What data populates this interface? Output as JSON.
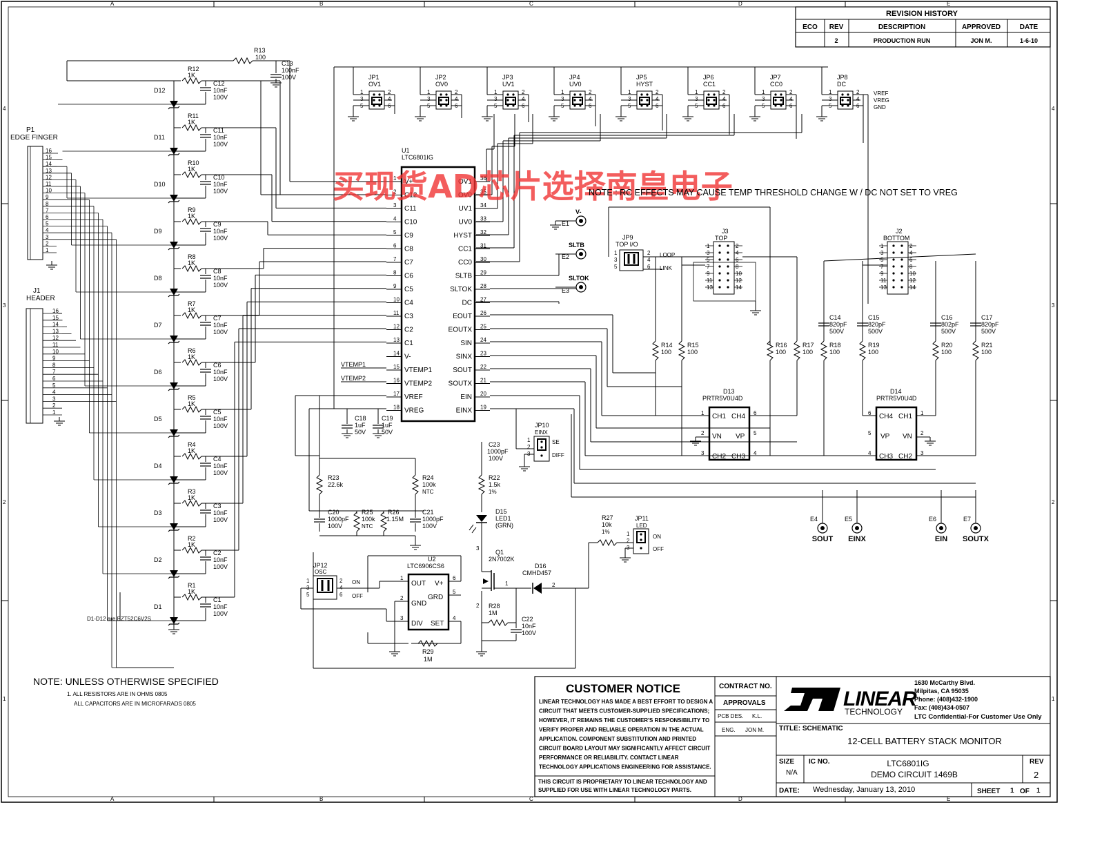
{
  "revision_history": {
    "title": "REVISION HISTORY",
    "headers": [
      "ECO",
      "REV",
      "DESCRIPTION",
      "APPROVED",
      "DATE"
    ],
    "row": [
      "",
      "2",
      "PRODUCTION RUN",
      "JON M.",
      "1-6-10"
    ]
  },
  "border": {
    "cols": [
      "A",
      "B",
      "C",
      "D",
      "E"
    ],
    "rows": [
      "4",
      "3",
      "2",
      "1"
    ]
  },
  "watermark": "买现货AD芯片选择南皇电子",
  "notes": {
    "rc_note": "NOTE : RC EFFECTS MAY CAUSE TEMP THRESHOLD CHANGE W / DC NOT SET TO VREG",
    "zener_note": "D1-D12 are BZT52C6V2S",
    "general_title": "NOTE: UNLESS OTHERWISE SPECIFIED",
    "general_1": "1. ALL RESISTORS ARE IN OHMS 0805",
    "general_2": "ALL CAPACITORS ARE IN MICROFARADS 0805"
  },
  "connectors": {
    "p1": {
      "ref": "P1",
      "name": "EDGE FINGER"
    },
    "j1": {
      "ref": "J1",
      "name": "HEADER"
    },
    "pins": [
      "16",
      "15",
      "14",
      "13",
      "12",
      "11",
      "10",
      "9",
      "8",
      "7",
      "6",
      "5",
      "4",
      "3",
      "2",
      "1"
    ]
  },
  "r13": {
    "ref": "R13",
    "value": "100"
  },
  "c13": {
    "ref": "C13",
    "value": "100nF",
    "voltage": "100V"
  },
  "cell_filters": {
    "resistor_value": "1K",
    "cap_value": "10nF",
    "cap_voltage": "100V",
    "resistors": [
      "R12",
      "R11",
      "R10",
      "R9",
      "R8",
      "R7",
      "R6",
      "R5",
      "R4",
      "R3",
      "R2",
      "R1"
    ],
    "caps": [
      "C12",
      "C11",
      "C10",
      "C9",
      "C8",
      "C7",
      "C6",
      "C5",
      "C4",
      "C3",
      "C2",
      "C1"
    ],
    "diodes": [
      "D12",
      "D11",
      "D10",
      "D9",
      "D8",
      "D7",
      "D6",
      "D5",
      "D4",
      "D3",
      "D2",
      "D1"
    ]
  },
  "jumpers_top": [
    {
      "ref": "JP1",
      "name": "OV1"
    },
    {
      "ref": "JP2",
      "name": "OV0"
    },
    {
      "ref": "JP3",
      "name": "UV1"
    },
    {
      "ref": "JP4",
      "name": "UV0"
    },
    {
      "ref": "JP5",
      "name": "HYST"
    },
    {
      "ref": "JP6",
      "name": "CC1"
    },
    {
      "ref": "JP7",
      "name": "CC0"
    },
    {
      "ref": "JP8",
      "name": "DC"
    }
  ],
  "jumper_pins": [
    "1",
    "2",
    "3",
    "4",
    "5",
    "6"
  ],
  "jp8_labels": [
    "VREF",
    "VREG",
    "GND"
  ],
  "u1": {
    "ref": "U1",
    "part": "LTC6801IG",
    "left_pins": [
      {
        "n": "1",
        "name": "V+"
      },
      {
        "n": "2",
        "name": "C12"
      },
      {
        "n": "3",
        "name": "C11"
      },
      {
        "n": "4",
        "name": "C10"
      },
      {
        "n": "5",
        "name": "C9"
      },
      {
        "n": "6",
        "name": "C8"
      },
      {
        "n": "7",
        "name": "C7"
      },
      {
        "n": "8",
        "name": "C6"
      },
      {
        "n": "9",
        "name": "C5"
      },
      {
        "n": "10",
        "name": "C4"
      },
      {
        "n": "11",
        "name": "C3"
      },
      {
        "n": "12",
        "name": "C2"
      },
      {
        "n": "13",
        "name": "C1"
      },
      {
        "n": "14",
        "name": "V-"
      },
      {
        "n": "15",
        "name": "VTEMP1"
      },
      {
        "n": "16",
        "name": "VTEMP2"
      },
      {
        "n": "17",
        "name": "VREF"
      },
      {
        "n": "18",
        "name": "VREG"
      }
    ],
    "right_pins": [
      {
        "n": "36",
        "name": "OV1"
      },
      {
        "n": "35",
        "name": "OV0"
      },
      {
        "n": "34",
        "name": "UV1"
      },
      {
        "n": "33",
        "name": "UV0"
      },
      {
        "n": "32",
        "name": "HYST"
      },
      {
        "n": "31",
        "name": "CC1"
      },
      {
        "n": "30",
        "name": "CC0"
      },
      {
        "n": "29",
        "name": "SLTB"
      },
      {
        "n": "28",
        "name": "SLTOK"
      },
      {
        "n": "27",
        "name": "DC"
      },
      {
        "n": "26",
        "name": "EOUT"
      },
      {
        "n": "25",
        "name": "EOUTX"
      },
      {
        "n": "24",
        "name": "SIN"
      },
      {
        "n": "23",
        "name": "SINX"
      },
      {
        "n": "22",
        "name": "SOUT"
      },
      {
        "n": "21",
        "name": "SOUTX"
      },
      {
        "n": "20",
        "name": "EIN"
      },
      {
        "n": "19",
        "name": "EINX"
      }
    ],
    "net_vtemp1": "VTEMP1",
    "net_vtemp2": "VTEMP2"
  },
  "c18": {
    "ref": "C18",
    "value": "1uF",
    "voltage": "50V"
  },
  "c19": {
    "ref": "C19",
    "value": "1uF",
    "voltage": "50V"
  },
  "test_points": [
    {
      "ref": "E1",
      "label": "V-"
    },
    {
      "ref": "E2",
      "label": "SLTB"
    },
    {
      "ref": "E3",
      "label": "SLTOK"
    }
  ],
  "jp9": {
    "ref": "JP9",
    "name": "TOP I/O",
    "loop": "LOOP",
    "link": "LINK"
  },
  "j3": {
    "ref": "J3",
    "name": "TOP"
  },
  "j2": {
    "ref": "J2",
    "name": "BOTTOM"
  },
  "header_pins_left": [
    "1",
    "3",
    "5",
    "7",
    "9",
    "11",
    "13"
  ],
  "header_pins_right": [
    "2",
    "4",
    "6",
    "8",
    "10",
    "12",
    "14"
  ],
  "caps_hv": [
    {
      "ref": "C14",
      "value": "820pF",
      "voltage": "500V"
    },
    {
      "ref": "C15",
      "value": "820pF",
      "voltage": "500V"
    },
    {
      "ref": "C16",
      "value": "802pF",
      "voltage": "500V"
    },
    {
      "ref": "C17",
      "value": "820pF",
      "voltage": "500V"
    }
  ],
  "res_100": [
    {
      "ref": "R14",
      "value": "100"
    },
    {
      "ref": "R15",
      "value": "100"
    },
    {
      "ref": "R16",
      "value": "100"
    },
    {
      "ref": "R17",
      "value": "100"
    },
    {
      "ref": "R18",
      "value": "100"
    },
    {
      "ref": "R19",
      "value": "100"
    },
    {
      "ref": "R20",
      "value": "100"
    },
    {
      "ref": "R21",
      "value": "100"
    }
  ],
  "d13": {
    "ref": "D13",
    "part": "PRTR5V0U4D",
    "pins": [
      "CH1",
      "CH4",
      "VN",
      "VP",
      "CH2",
      "CH3"
    ],
    "nums": [
      "1",
      "6",
      "2",
      "5",
      "3",
      "4"
    ]
  },
  "d14": {
    "ref": "D14",
    "part": "PRTR5V0U4D",
    "pins": [
      "CH4",
      "CH1",
      "VP",
      "VN",
      "CH3",
      "CH2"
    ],
    "nums": [
      "6",
      "1",
      "5",
      "2",
      "4",
      "3"
    ]
  },
  "bottom_tps": [
    {
      "ref": "E4",
      "label": "SOUT"
    },
    {
      "ref": "E5",
      "label": "EINX"
    },
    {
      "ref": "E6",
      "label": "EIN"
    },
    {
      "ref": "E7",
      "label": "SOUTX"
    }
  ],
  "jp10": {
    "ref": "JP10",
    "name": "EINX",
    "se": "SE",
    "diff": "DIFF"
  },
  "c23": {
    "ref": "C23",
    "value": "1000pF",
    "voltage": "100V"
  },
  "r22": {
    "ref": "R22",
    "value": "1.5k",
    "tol": "1%"
  },
  "r23": {
    "ref": "R23",
    "value": "22.6k"
  },
  "r24": {
    "ref": "R24",
    "value": "100k",
    "type": "NTC"
  },
  "r25": {
    "ref": "R25",
    "value": "100k",
    "type": "NTC"
  },
  "r26": {
    "ref": "R26",
    "value": "1.15M"
  },
  "c20": {
    "ref": "C20",
    "value": "1000pF",
    "voltage": "100V"
  },
  "c21": {
    "ref": "C21",
    "value": "1000pF",
    "voltage": "100V"
  },
  "d15": {
    "ref": "D15",
    "name": "LED1",
    "color": "(GRN)"
  },
  "q1": {
    "ref": "Q1",
    "part": "2N7002K"
  },
  "d16": {
    "ref": "D16",
    "part": "CMHD457"
  },
  "r27": {
    "ref": "R27",
    "value": "10k",
    "tol": "1%"
  },
  "jp11": {
    "ref": "JP11",
    "name": "LED",
    "on": "ON",
    "off": "OFF"
  },
  "r28": {
    "ref": "R28",
    "value": "1M"
  },
  "c22": {
    "ref": "C22",
    "value": "10nF",
    "voltage": "100V"
  },
  "u2": {
    "ref": "U2",
    "part": "LTC6906CS6",
    "pins": [
      "OUT",
      "V+",
      "GRD",
      "GND",
      "DIV",
      "SET"
    ]
  },
  "r29": {
    "ref": "R29",
    "value": "1M"
  },
  "jp12": {
    "ref": "JP12",
    "name": "OSC",
    "on": "ON",
    "off": "OFF"
  },
  "customer_notice": {
    "title": "CUSTOMER NOTICE",
    "lines": [
      "LINEAR TECHNOLOGY HAS MADE A BEST EFFORT TO DESIGN A",
      "CIRCUIT THAT MEETS CUSTOMER-SUPPLIED SPECIFICATIONS;",
      "HOWEVER, IT REMAINS THE CUSTOMER'S RESPONSIBILITY TO",
      "VERIFY PROPER AND RELIABLE OPERATION IN THE ACTUAL",
      "APPLICATION. COMPONENT SUBSTITUTION AND PRINTED",
      "CIRCUIT BOARD LAYOUT MAY SIGNIFICANTLY AFFECT CIRCUIT",
      "PERFORMANCE OR RELIABILITY. CONTACT LINEAR",
      "TECHNOLOGY APPLICATIONS ENGINEERING FOR ASSISTANCE."
    ],
    "proprietary_1": "THIS CIRCUIT IS PROPRIETARY TO LINEAR TECHNOLOGY AND",
    "proprietary_2": "SUPPLIED FOR USE WITH LINEAR TECHNOLOGY PARTS."
  },
  "title_block": {
    "contract_label": "CONTRACT NO.",
    "approvals_label": "APPROVALS",
    "pcb_des_label": "PCB DES.",
    "pcb_des_value": "K.L.",
    "eng_label": "ENG.",
    "eng_value": "JON M.",
    "logo_text": "LINEAR",
    "logo_sub": "TECHNOLOGY",
    "address": [
      "1630 McCarthy Blvd.",
      "Milpitas, CA 95035",
      "Phone: (408)432-1900",
      "Fax: (408)434-0507"
    ],
    "confidential": "LTC Confidential-For Customer Use Only",
    "title_label": "TITLE: SCHEMATIC",
    "title_value": "12-CELL BATTERY STACK MONITOR",
    "size_label": "SIZE",
    "size_value": "N/A",
    "ic_label": "IC NO.",
    "ic_value": "LTC6801IG",
    "demo": "DEMO CIRCUIT 1469B",
    "rev_label": "REV",
    "rev_value": "2",
    "date_label": "DATE:",
    "date_value": "Wednesday, January 13, 2010",
    "sheet_label": "SHEET",
    "sheet_num": "1",
    "of_label": "OF",
    "sheet_total": "1"
  }
}
